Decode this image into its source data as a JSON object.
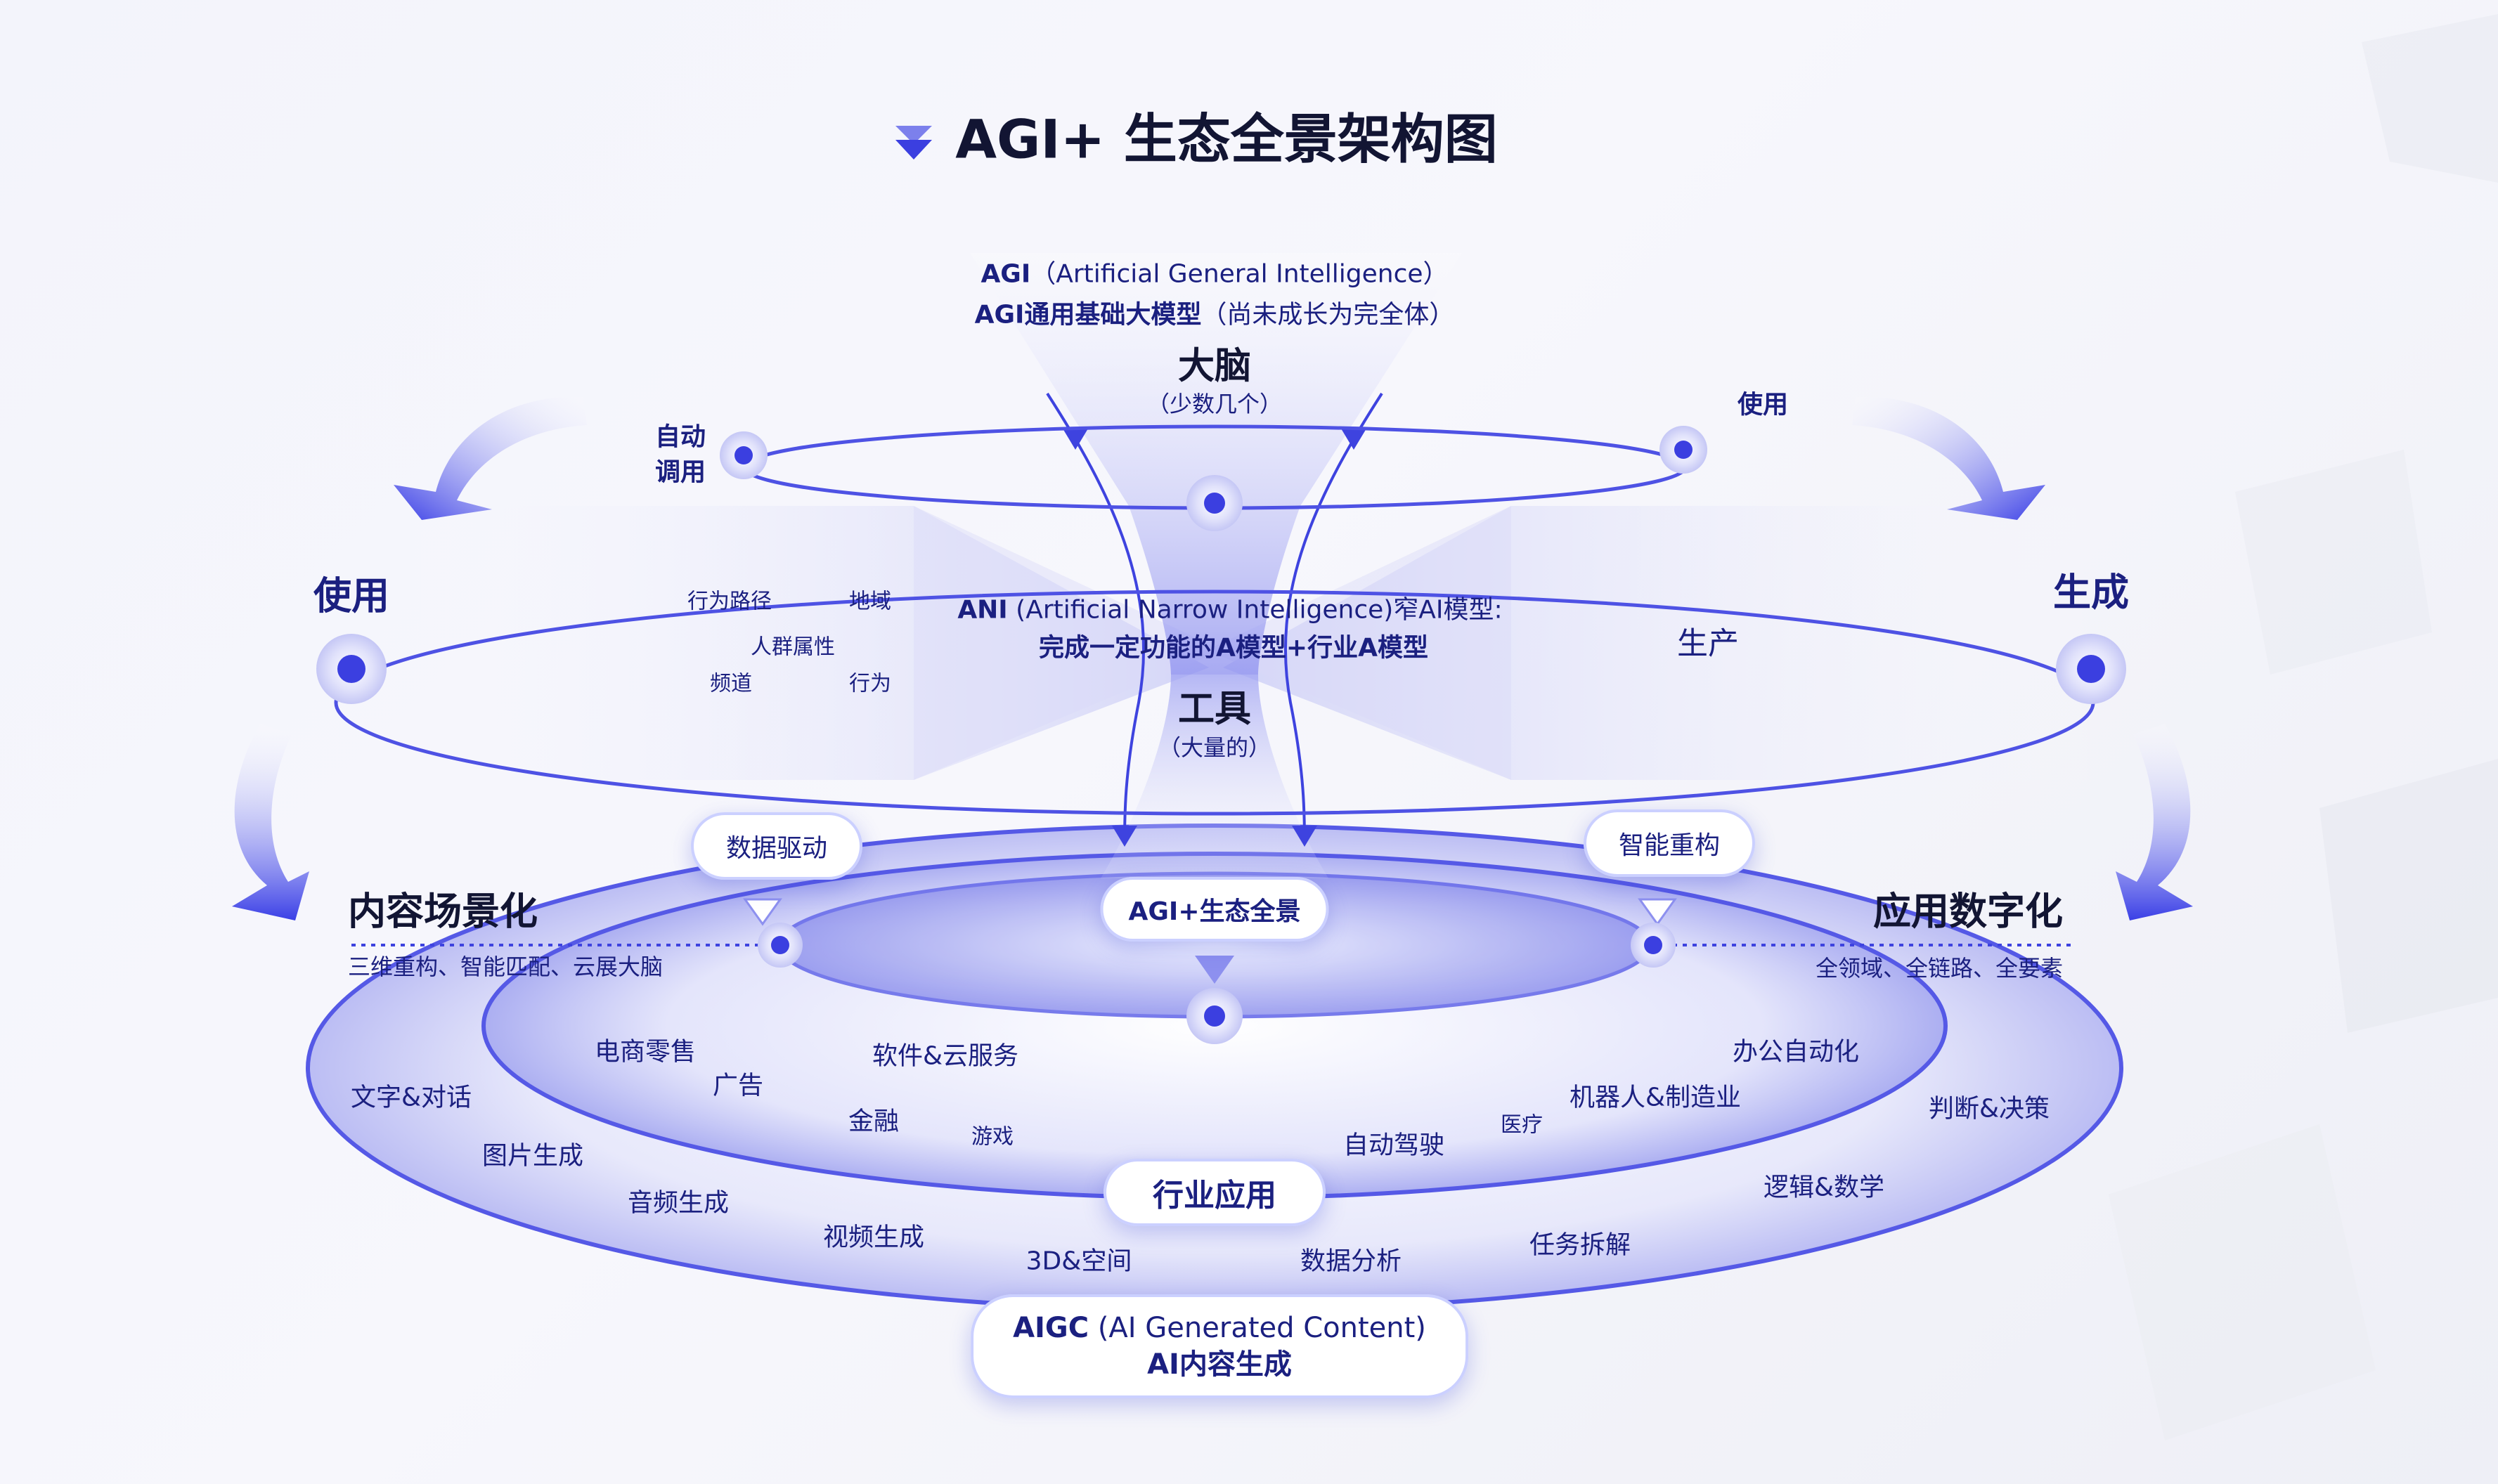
{
  "title": "AGI+ 生态全景架构图",
  "agi": {
    "line1_bold": "AGI",
    "line1_rest": "（Artificial General Intelligence）",
    "line2_bold": "AGI通用基础大模型",
    "line2_rest": "（尚未成长为完全体）",
    "brain": "大脑",
    "brain_note": "（少数几个）"
  },
  "ani": {
    "line1_bold": "ANI",
    "line1_rest": " (Artificial Narrow Intelligence)窄AI模型:",
    "line2": "完成一定功能的A模型+行业A模型",
    "tool": "工具",
    "tool_note": "（大量的）"
  },
  "top_ring": {
    "auto_call_1": "自动",
    "auto_call_2": "调用",
    "use": "使用"
  },
  "middle_ring": {
    "use": "使用",
    "generate": "生成",
    "produce": "生产",
    "left_tags": [
      "行为路径",
      "地域",
      "人群属性",
      "频道",
      "行为"
    ]
  },
  "pills": {
    "data_driven": "数据驱动",
    "smart_rebuild": "智能重构",
    "agi_eco": "AGI+生态全景",
    "industry_app": "行业应用",
    "aigc_line1_bold": "AIGC",
    "aigc_line1_rest": " (AI Generated Content)",
    "aigc_line2": "AI内容生成"
  },
  "sides": {
    "content_title": "内容场景化",
    "content_sub": "三维重构、智能匹配、云展大脑",
    "app_title": "应用数字化",
    "app_sub": "全领域、全链路、全要素"
  },
  "inner_items": [
    "电商零售",
    "广告",
    "软件&云服务",
    "金融",
    "游戏",
    "自动驾驶",
    "医疗",
    "机器人&制造业",
    "办公自动化"
  ],
  "outer_items": [
    "文字&对话",
    "图片生成",
    "音频生成",
    "视频生成",
    "3D&空间",
    "数据分析",
    "任务拆解",
    "逻辑&数学",
    "判断&决策"
  ],
  "colors": {
    "accent": "#3b3fe0",
    "navy": "#1b2080",
    "ring": "#5a5ee8"
  }
}
